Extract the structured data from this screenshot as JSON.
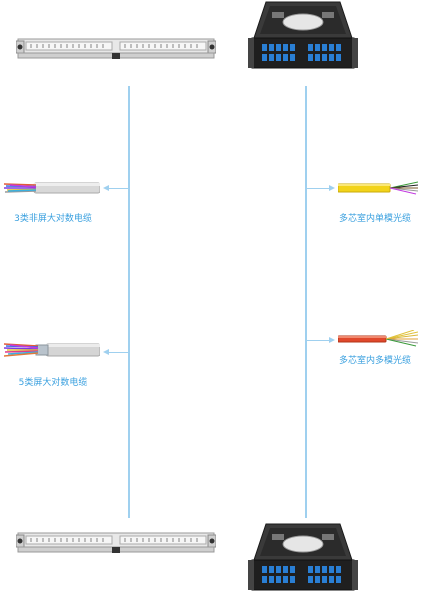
{
  "labels": {
    "cat3_cable": "3类非屏大对数电缆",
    "cat5_cable": "5类屏大对数电缆",
    "singlemode_fiber": "多芯室内单模光缆",
    "multimode_fiber": "多芯室内多模光缆"
  },
  "colors": {
    "connector_line": "#9fd0ef",
    "label_text": "#3aa0df",
    "singlemode_jacket": "#f2d31a",
    "multimode_jacket": "#e0482c",
    "panel_dark": "#2b2b2b",
    "port_blue": "#2a7fd4"
  },
  "icons": {
    "top_left": "copper-patch-panel-image",
    "top_right": "fiber-optic-drawer-image",
    "bottom_left": "copper-patch-panel-image",
    "bottom_right": "fiber-optic-drawer-image",
    "cable1": "multi-pair-copper-cable-image",
    "cable2": "shielded-multi-pair-copper-cable-image",
    "cable3": "yellow-fiber-cable-image",
    "cable4": "orange-fiber-cable-image"
  }
}
